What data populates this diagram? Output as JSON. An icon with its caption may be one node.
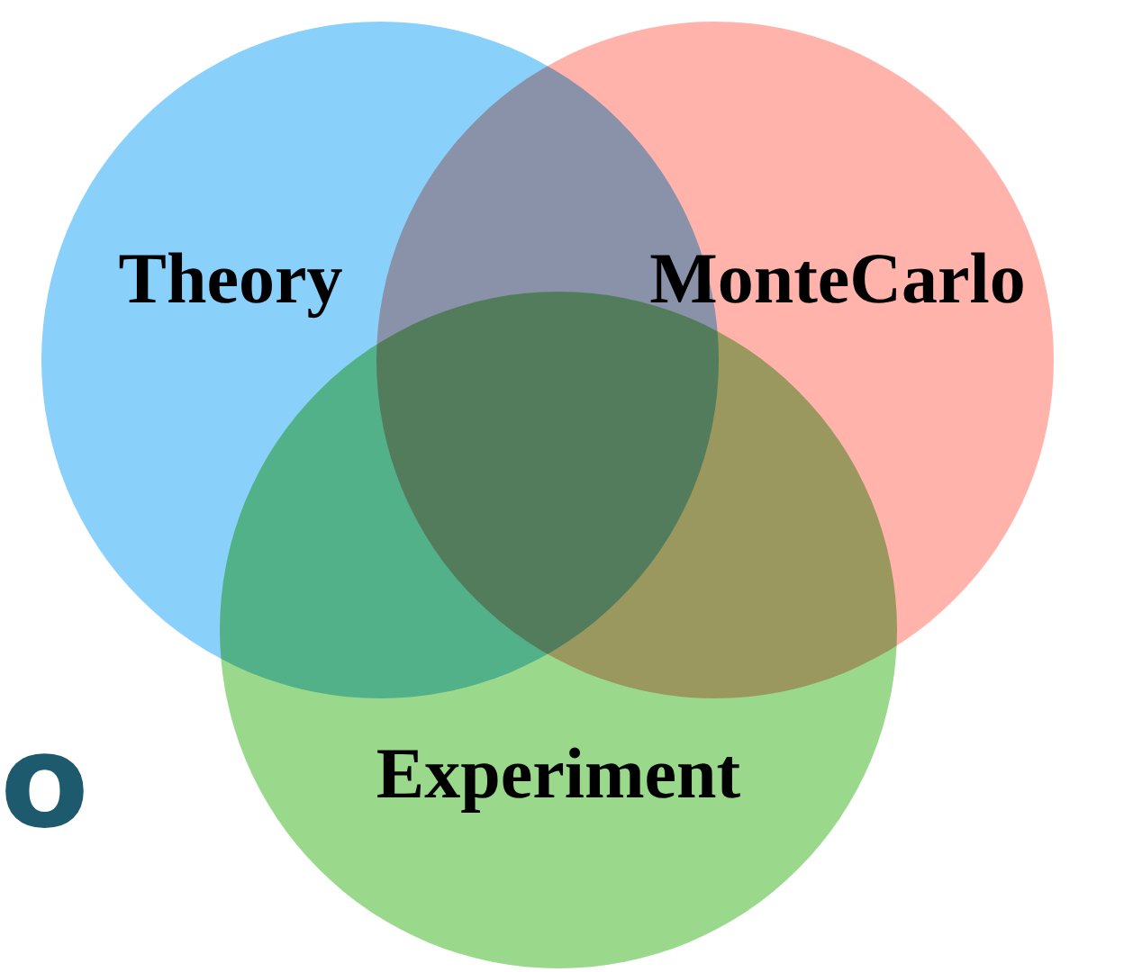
{
  "diagram": {
    "nodes": [
      {
        "text": [
          "Theory"
        ]
      },
      {
        "text": [
          "MonteCarlo"
        ]
      },
      {
        "text": [
          "Experiment"
        ]
      }
    ],
    "labels": [
      "o"
    ]
  }
}
